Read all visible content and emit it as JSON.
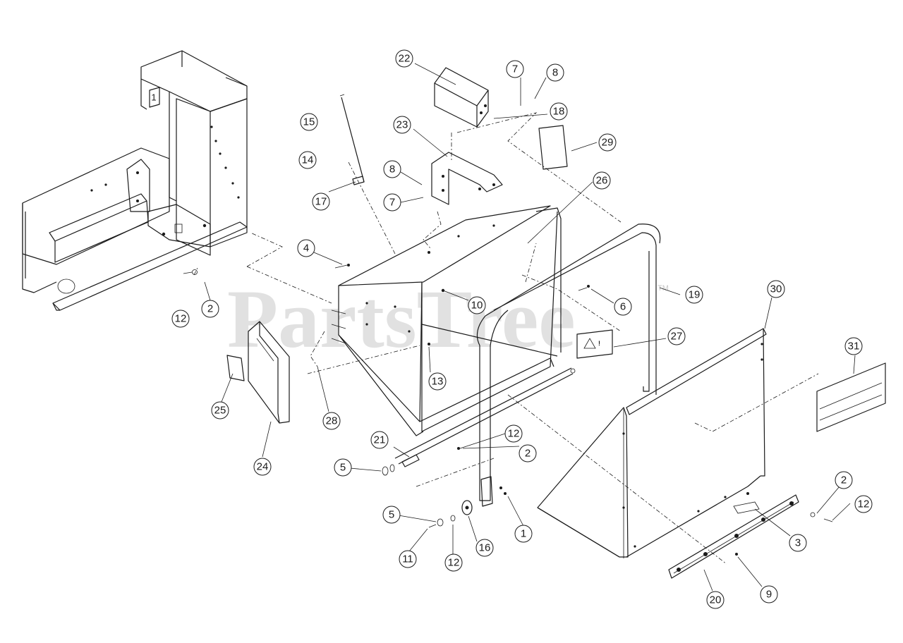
{
  "watermark": {
    "text": "PartsTree",
    "mark": "TM"
  },
  "callouts": [
    {
      "label": "1"
    },
    {
      "label": "2"
    },
    {
      "label": "2"
    },
    {
      "label": "2"
    },
    {
      "label": "3"
    },
    {
      "label": "4"
    },
    {
      "label": "5"
    },
    {
      "label": "5"
    },
    {
      "label": "6"
    },
    {
      "label": "7"
    },
    {
      "label": "7"
    },
    {
      "label": "8"
    },
    {
      "label": "8"
    },
    {
      "label": "9"
    },
    {
      "label": "10"
    },
    {
      "label": "11"
    },
    {
      "label": "12"
    },
    {
      "label": "12"
    },
    {
      "label": "12"
    },
    {
      "label": "12"
    },
    {
      "label": "13"
    },
    {
      "label": "14"
    },
    {
      "label": "15"
    },
    {
      "label": "16"
    },
    {
      "label": "17"
    },
    {
      "label": "18"
    },
    {
      "label": "19"
    },
    {
      "label": "20"
    },
    {
      "label": "21"
    },
    {
      "label": "22"
    },
    {
      "label": "23"
    },
    {
      "label": "24"
    },
    {
      "label": "25"
    },
    {
      "label": "26"
    },
    {
      "label": "27"
    },
    {
      "label": "28"
    },
    {
      "label": "29"
    },
    {
      "label": "30"
    },
    {
      "label": "31"
    }
  ],
  "colors": {
    "line": "#1a1a1a",
    "watermark": "#c9c9c9",
    "background": "#ffffff"
  }
}
